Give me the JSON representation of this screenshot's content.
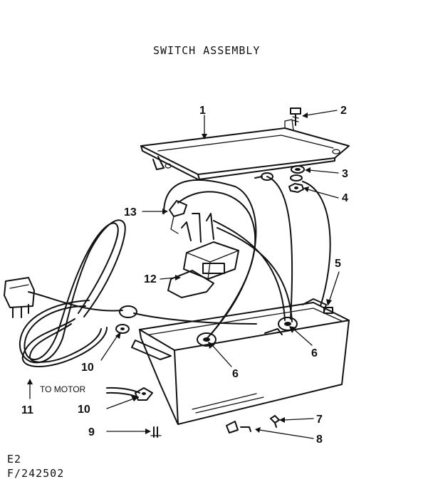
{
  "title": "SWITCH ASSEMBLY",
  "footer": {
    "code1": "E2",
    "code2": "F/242502"
  },
  "parts": {
    "p1": "1",
    "p2": "2",
    "p3": "3",
    "p4": "4",
    "p5": "5",
    "p6a": "6",
    "p6b": "6",
    "p7": "7",
    "p8": "8",
    "p9": "9",
    "p10a": "10",
    "p10b": "10",
    "p11": "11",
    "p12": "12",
    "p13": "13"
  },
  "to_motor": "TO MOTOR"
}
